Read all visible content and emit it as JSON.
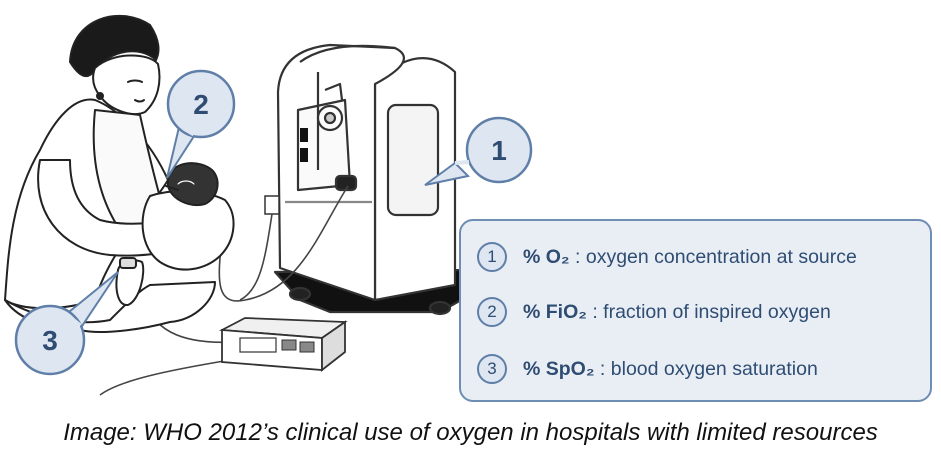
{
  "callouts": [
    {
      "number": "1"
    },
    {
      "number": "2"
    },
    {
      "number": "3"
    }
  ],
  "legend": {
    "items": [
      {
        "number": "1",
        "term": "% O₂",
        "description": " : oxygen concentration at source"
      },
      {
        "number": "2",
        "term": "% FiO₂",
        "description": " : fraction of inspired oxygen"
      },
      {
        "number": "3",
        "term": "% SpO₂",
        "description": " : blood oxygen saturation"
      }
    ]
  },
  "caption": "Image: WHO 2012’s clinical use of oxygen in hospitals with limited resources",
  "colors": {
    "callout_fill": "#dde6f1",
    "callout_stroke": "#5f7fa8",
    "text_accent": "#2f4d73",
    "legend_background": "#e9eef5"
  }
}
